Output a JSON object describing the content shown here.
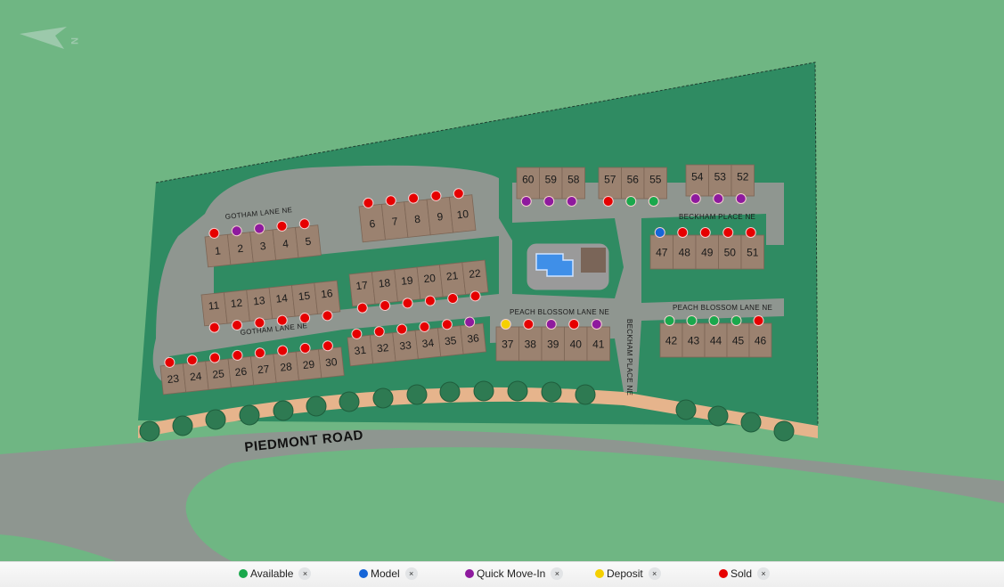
{
  "map": {
    "roads": {
      "main": "PIEDMONT ROAD",
      "gotham_top": "GOTHAM LANE NE",
      "gotham_bottom": "GOTHAM LANE NE",
      "peach_left": "PEACH BLOSSOM LANE NE",
      "peach_right": "PEACH BLOSSOM LANE NE",
      "beckham_top": "BECKHAM PLACE NE",
      "beckham_vertical": "BECKHAM PLACE NE"
    },
    "compass_label": "N",
    "blocks": [
      {
        "id": "A",
        "lots": [
          {
            "n": "1",
            "s": "sold"
          },
          {
            "n": "2",
            "s": "quick"
          },
          {
            "n": "3",
            "s": "quick"
          },
          {
            "n": "4",
            "s": "sold"
          },
          {
            "n": "5",
            "s": "sold"
          }
        ]
      },
      {
        "id": "B",
        "lots": [
          {
            "n": "6",
            "s": "sold"
          },
          {
            "n": "7",
            "s": "sold"
          },
          {
            "n": "8",
            "s": "sold"
          },
          {
            "n": "9",
            "s": "sold"
          },
          {
            "n": "10",
            "s": "sold"
          }
        ]
      },
      {
        "id": "C",
        "lots": [
          {
            "n": "11",
            "s": "sold"
          },
          {
            "n": "12",
            "s": "sold"
          },
          {
            "n": "13",
            "s": "sold"
          },
          {
            "n": "14",
            "s": "sold"
          },
          {
            "n": "15",
            "s": "sold"
          },
          {
            "n": "16",
            "s": "sold"
          }
        ]
      },
      {
        "id": "D",
        "lots": [
          {
            "n": "17",
            "s": "sold"
          },
          {
            "n": "18",
            "s": "sold"
          },
          {
            "n": "19",
            "s": "sold"
          },
          {
            "n": "20",
            "s": "sold"
          },
          {
            "n": "21",
            "s": "sold"
          },
          {
            "n": "22",
            "s": "sold"
          }
        ]
      },
      {
        "id": "E",
        "lots": [
          {
            "n": "23",
            "s": "sold"
          },
          {
            "n": "24",
            "s": "sold"
          },
          {
            "n": "25",
            "s": "sold"
          },
          {
            "n": "26",
            "s": "sold"
          },
          {
            "n": "27",
            "s": "sold"
          },
          {
            "n": "28",
            "s": "sold"
          },
          {
            "n": "29",
            "s": "sold"
          },
          {
            "n": "30",
            "s": "sold"
          }
        ]
      },
      {
        "id": "F",
        "lots": [
          {
            "n": "31",
            "s": "sold"
          },
          {
            "n": "32",
            "s": "sold"
          },
          {
            "n": "33",
            "s": "sold"
          },
          {
            "n": "34",
            "s": "sold"
          },
          {
            "n": "35",
            "s": "sold"
          },
          {
            "n": "36",
            "s": "quick"
          }
        ]
      },
      {
        "id": "G",
        "lots": [
          {
            "n": "37",
            "s": "deposit"
          },
          {
            "n": "38",
            "s": "sold"
          },
          {
            "n": "39",
            "s": "quick"
          },
          {
            "n": "40",
            "s": "sold"
          },
          {
            "n": "41",
            "s": "quick"
          }
        ]
      },
      {
        "id": "H",
        "lots": [
          {
            "n": "42",
            "s": "available"
          },
          {
            "n": "43",
            "s": "available"
          },
          {
            "n": "44",
            "s": "available"
          },
          {
            "n": "45",
            "s": "available"
          },
          {
            "n": "46",
            "s": "sold"
          }
        ]
      },
      {
        "id": "I",
        "lots": [
          {
            "n": "47",
            "s": "model"
          },
          {
            "n": "48",
            "s": "sold"
          },
          {
            "n": "49",
            "s": "sold"
          },
          {
            "n": "50",
            "s": "sold"
          },
          {
            "n": "51",
            "s": "sold"
          }
        ]
      },
      {
        "id": "J",
        "lots": [
          {
            "n": "54",
            "s": "quick"
          },
          {
            "n": "53",
            "s": "quick"
          },
          {
            "n": "52",
            "s": "quick"
          }
        ]
      },
      {
        "id": "K",
        "lots": [
          {
            "n": "57",
            "s": "sold"
          },
          {
            "n": "56",
            "s": "available"
          },
          {
            "n": "55",
            "s": "available"
          }
        ]
      },
      {
        "id": "L",
        "lots": [
          {
            "n": "60",
            "s": "quick"
          },
          {
            "n": "59",
            "s": "quick"
          },
          {
            "n": "58",
            "s": "quick"
          }
        ]
      }
    ]
  },
  "legend": [
    {
      "key": "available",
      "label": "Available",
      "color": "#1aa84c"
    },
    {
      "key": "model",
      "label": "Model",
      "color": "#1565d8"
    },
    {
      "key": "quick",
      "label": "Quick Move-In",
      "color": "#8e1a9e"
    },
    {
      "key": "deposit",
      "label": "Deposit",
      "color": "#f5d000"
    },
    {
      "key": "sold",
      "label": "Sold",
      "color": "#e60000"
    }
  ],
  "legend_remove_glyph": "×"
}
